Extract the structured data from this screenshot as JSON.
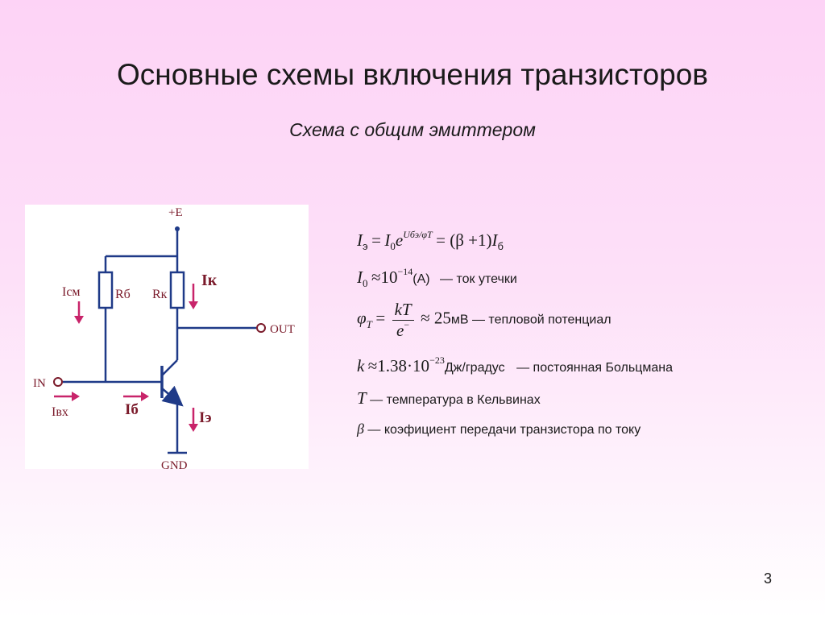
{
  "slide": {
    "title": "Основные схемы включения транзисторов",
    "subtitle": "Схема с общим эмиттером",
    "page_number": "3"
  },
  "circuit": {
    "supply_label": "+E",
    "out_label": "OUT",
    "in_label": "IN",
    "gnd_label": "GND",
    "r_base_label": "Rб",
    "r_collector_label": "Rк",
    "i_bias_label": "Iсм",
    "i_collector_label": "Iк",
    "i_in_label": "Iвх",
    "i_base_label": "Iб",
    "i_emitter_label": "Iэ",
    "wire_color": "#1f3a88",
    "arrow_color": "#c8246a",
    "label_color": "#7a1a2a"
  },
  "formulas": {
    "f1": {
      "lhs_I": "I",
      "lhs_sub": "э",
      "eq1": "=",
      "I0": "I",
      "I0_sub": "0",
      "e": "e",
      "exp": "Uбэ/φT",
      "eq2": "= (β +1)",
      "Ib": "I",
      "Ib_sub": "б"
    },
    "f2": {
      "I": "I",
      "sub": "0",
      "approx": "≈10",
      "exp": "−14",
      "unit": "(А)",
      "desc": "— ток утечки"
    },
    "f3": {
      "phi": "φ",
      "phi_sub": "T",
      "eq": "=",
      "num": "kT",
      "den": "e",
      "den_sup": "−",
      "approx": "≈ 25",
      "unit": "мВ",
      "desc": "— тепловой потенциал"
    },
    "f4": {
      "k": "k",
      "approx": "≈1.38·10",
      "exp": "−23",
      "unit": "Дж/градус",
      "desc": "— постоянная Больцмана"
    },
    "f5": {
      "T": "T",
      "desc": "— температура в Кельвинах"
    },
    "f6": {
      "beta": "β",
      "desc": "— коэфициент передачи транзистора по току"
    }
  }
}
